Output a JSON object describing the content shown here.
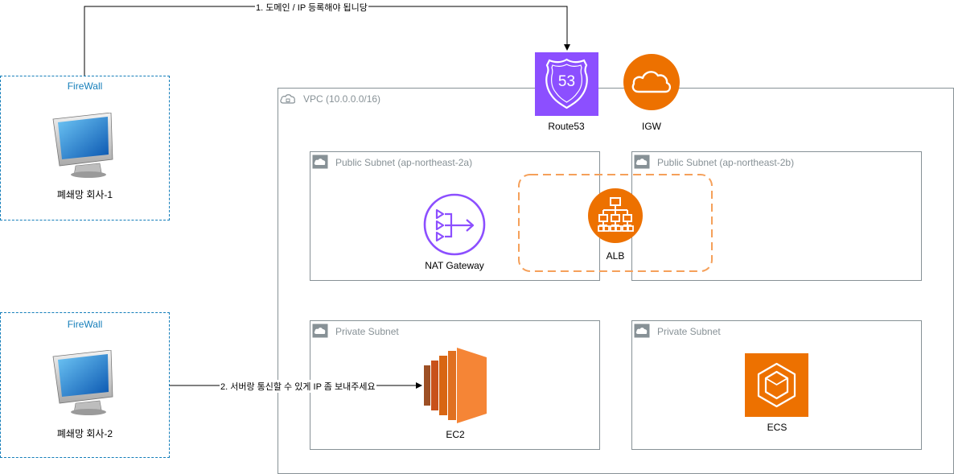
{
  "firewall1": {
    "title": "FireWall",
    "pc_label": "폐쇄망 회사-1"
  },
  "firewall2": {
    "title": "FireWall",
    "pc_label": "폐쇄망 회사-2"
  },
  "vpc": {
    "title": "VPC (10.0.0.0/16)"
  },
  "subnets": {
    "public_a": "Public Subnet (ap-northeast-2a)",
    "public_b": "Public Subnet (ap-northeast-2b)",
    "private_a": "Private Subnet",
    "private_b": "Private Subnet"
  },
  "services": {
    "route53": "Route53",
    "route53_badge": "53",
    "igw": "IGW",
    "nat": "NAT Gateway",
    "alb": "ALB",
    "ec2": "EC2",
    "ecs": "ECS"
  },
  "edges": {
    "edge1": "1. 도메인 / IP 등록해야 됩니당",
    "edge2": "2. 서버랑 통신할 수 있게 IP 좀 보내주세요"
  },
  "colors": {
    "firewall": "#147eba",
    "group_border": "#879196",
    "route53": "#8c4fff",
    "network": "#8c4fff",
    "compute": "#ed7100",
    "alb_dash": "#f5a05a"
  },
  "icons": {
    "pc": "desktop-computer-icon",
    "route53": "route53-shield-icon",
    "igw": "cloud-icon",
    "nat": "nat-gateway-icon",
    "alb": "load-balancer-icon",
    "ec2": "ec2-instance-icon",
    "ecs": "ecs-container-icon",
    "group": "cloud-lock-icon"
  }
}
